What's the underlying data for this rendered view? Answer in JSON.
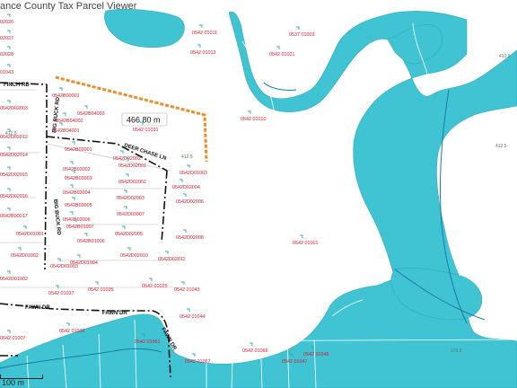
{
  "app": {
    "title": "ance County Tax Parcel Viewer"
  },
  "measurement": {
    "label": "466.80 m"
  },
  "scale": {
    "label": "100 m"
  },
  "colors": {
    "water": "#40c4d4",
    "parcel_label": "#d11a2a",
    "road": "#111111",
    "measure_line": "#f08a2a",
    "background": "#ffffff"
  },
  "roads": [
    {
      "id": "finch",
      "label": "FINCH RD"
    },
    {
      "id": "bigbuck",
      "label": "BIG BUCK RD"
    },
    {
      "id": "deerchase",
      "label": "DEER CHASE LN"
    },
    {
      "id": "bigbuck2",
      "label": "BIG BUCK RD"
    },
    {
      "id": "fawn1",
      "label": "FAWN DR"
    },
    {
      "id": "fawn2",
      "label": "FAWN DR"
    },
    {
      "id": "fawn3",
      "label": "FAWN DR"
    }
  ],
  "parcels": [
    "02026",
    "02027",
    "02028",
    "01043",
    "0542B00001",
    "0542B04003",
    "0542B04002",
    "0542D02003",
    "0542B04001",
    "0542D02012",
    "0542B03001",
    "0542D02002",
    "0542D02014",
    "0542B03002",
    "0542D02001",
    "0542D01003",
    "0542D02015",
    "0542B03003",
    "0542D02002",
    "0542D02004",
    "0542D02016",
    "0542B03004",
    "0542B03005",
    "0542D02003",
    "0542D02006",
    "0542B03006",
    "0542D03007",
    "0542B00017",
    "0542B01007",
    "0542D02005",
    "0542D02008",
    "0542D01001",
    "0542B01006",
    "0542D02010",
    "0542D02011",
    "0542D01002",
    "0542D01004",
    "0542D01003",
    "0542 01037",
    "0542 01035",
    "0542 01025",
    "0542 01043",
    "0542 01044",
    "0542 01036",
    "0542 01007",
    "0542 01061",
    "0542 01067",
    "0542 01066",
    "0542 01047",
    "0542 01045",
    "0542 01013",
    "0542 01010",
    "0542 01011",
    "0542 01021",
    "0537 01003",
    "0542 01001",
    "0542 01031",
    "0542D01002"
  ],
  "small_labels": [
    "412.5",
    "412.5",
    "412.5",
    "376.5",
    "410.5"
  ]
}
